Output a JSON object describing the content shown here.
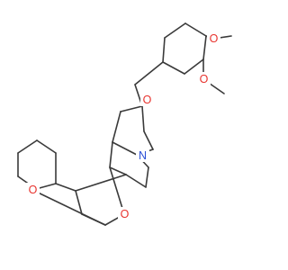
{
  "molecule": {
    "colors": {
      "bond": "#3a3a3a",
      "oxygen": "#e8322d",
      "nitrogen": "#2a4fd6",
      "background": "#ffffff"
    },
    "atoms": [
      {
        "id": "o_lactone_ring",
        "label": "O",
        "element": "O"
      },
      {
        "id": "o_carbonyl",
        "label": "O",
        "element": "O"
      },
      {
        "id": "o_oxazine",
        "label": "O",
        "element": "O"
      },
      {
        "id": "n_oxazine",
        "label": "N",
        "element": "N"
      },
      {
        "id": "o_methoxy_top",
        "label": "O",
        "element": "O"
      },
      {
        "id": "o_methoxy_right",
        "label": "O",
        "element": "O"
      }
    ]
  }
}
